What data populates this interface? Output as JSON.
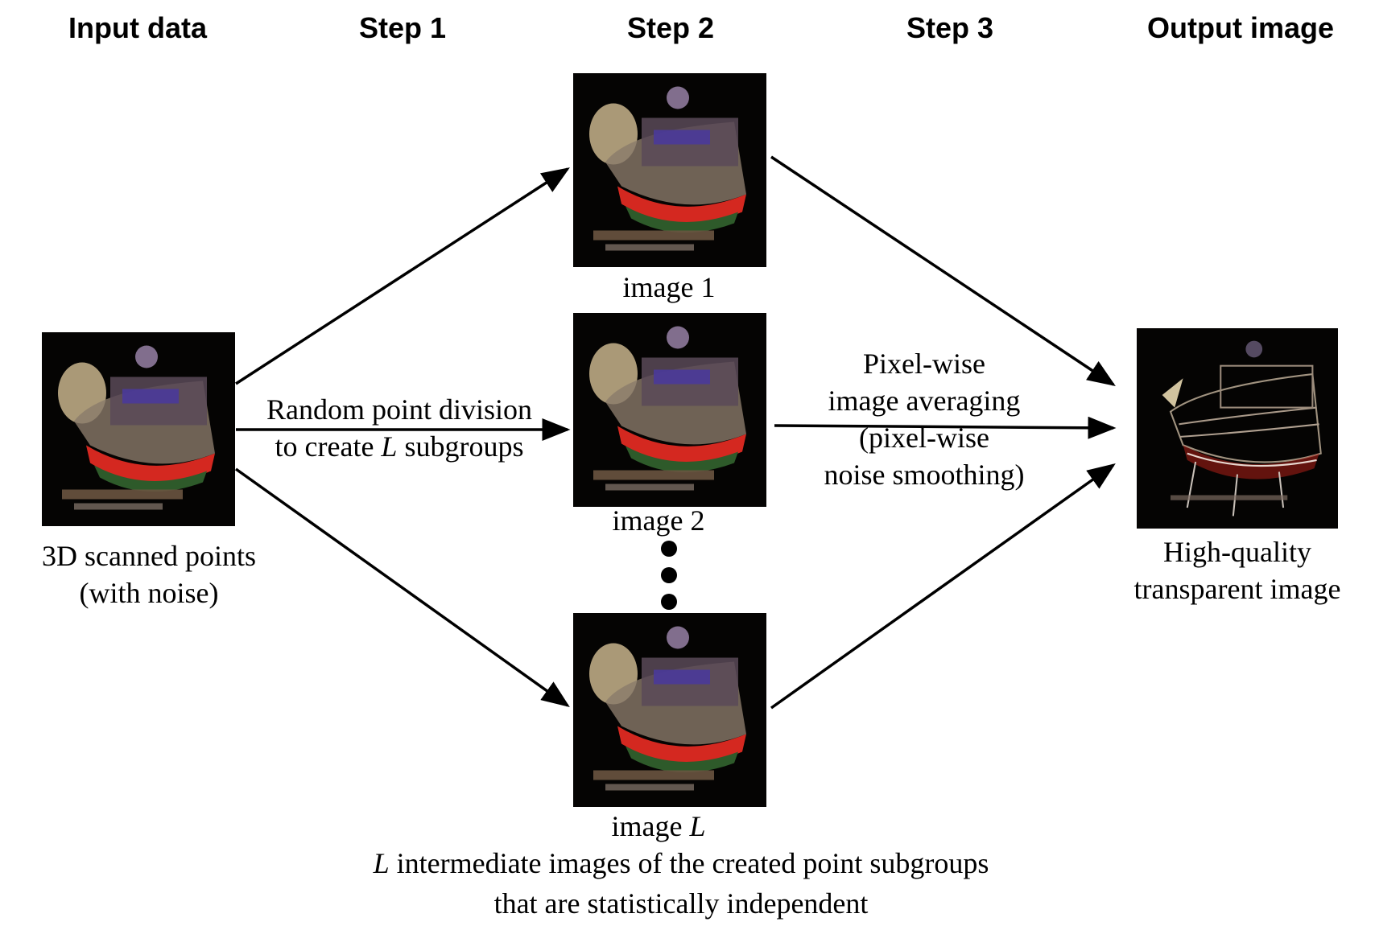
{
  "headers": {
    "input": "Input data",
    "step1": "Step 1",
    "step2": "Step 2",
    "step3": "Step 3",
    "output": "Output image"
  },
  "input_label": {
    "line1": "3D  scanned points",
    "line2": "(with noise)"
  },
  "step1_label": {
    "line1": "Random point division",
    "line2_pre": "to create ",
    "line2_var": "L",
    "line2_post": " subgroups"
  },
  "images": {
    "image1": "image 1",
    "image2": "image 2",
    "imageL_pre": "image ",
    "imageL_var": "L"
  },
  "step3_label": {
    "line1": "Pixel-wise",
    "line2": "image averaging",
    "line3": "(pixel-wise",
    "line4": "noise smoothing)"
  },
  "output_label": {
    "line1": "High-quality",
    "line2": "transparent image"
  },
  "caption": {
    "line1_var": "L",
    "line1_rest": " intermediate images of  the created point subgroups",
    "line2": "that are statistically independent"
  },
  "colors": {
    "image_background": "#050403",
    "arrow": "#000000"
  }
}
